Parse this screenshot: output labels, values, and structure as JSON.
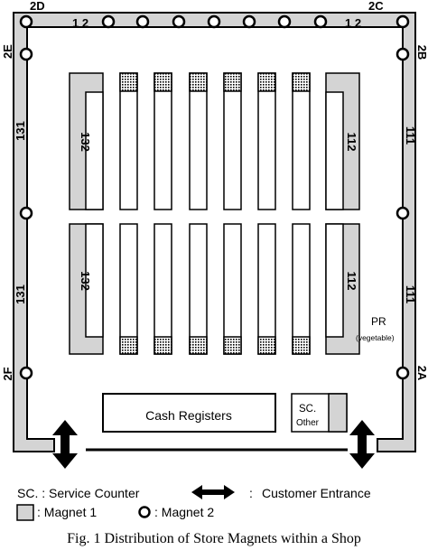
{
  "diagram": {
    "caption": "Fig. 1 Distribution of Store Magnets within a Shop",
    "corners": {
      "top_left": "2D",
      "top_right": "2C"
    },
    "side_labels": {
      "upper_left": "2E",
      "upper_right": "2B",
      "lower_left": "2F",
      "lower_right": "2A"
    },
    "wall_numbers": {
      "top": "1 2",
      "left": "131",
      "right": "111"
    },
    "aisle_labels": {
      "left": "132",
      "right": "112"
    },
    "produce": {
      "title": "PR",
      "subtitle": "(vegetable)"
    },
    "cash_registers": "Cash Registers",
    "service_counter": {
      "abbr": "SC.",
      "other": "Other"
    },
    "legend": {
      "sc_definition": "SC. : Service Counter",
      "entrance_separator": ":",
      "entrance_label": "Customer Entrance",
      "magnet1_label": ":  Magnet 1",
      "magnet2_label": ":  Magnet 2"
    },
    "colors": {
      "magnet1_fill": "#d4d4d4",
      "stroke": "#000000"
    }
  }
}
